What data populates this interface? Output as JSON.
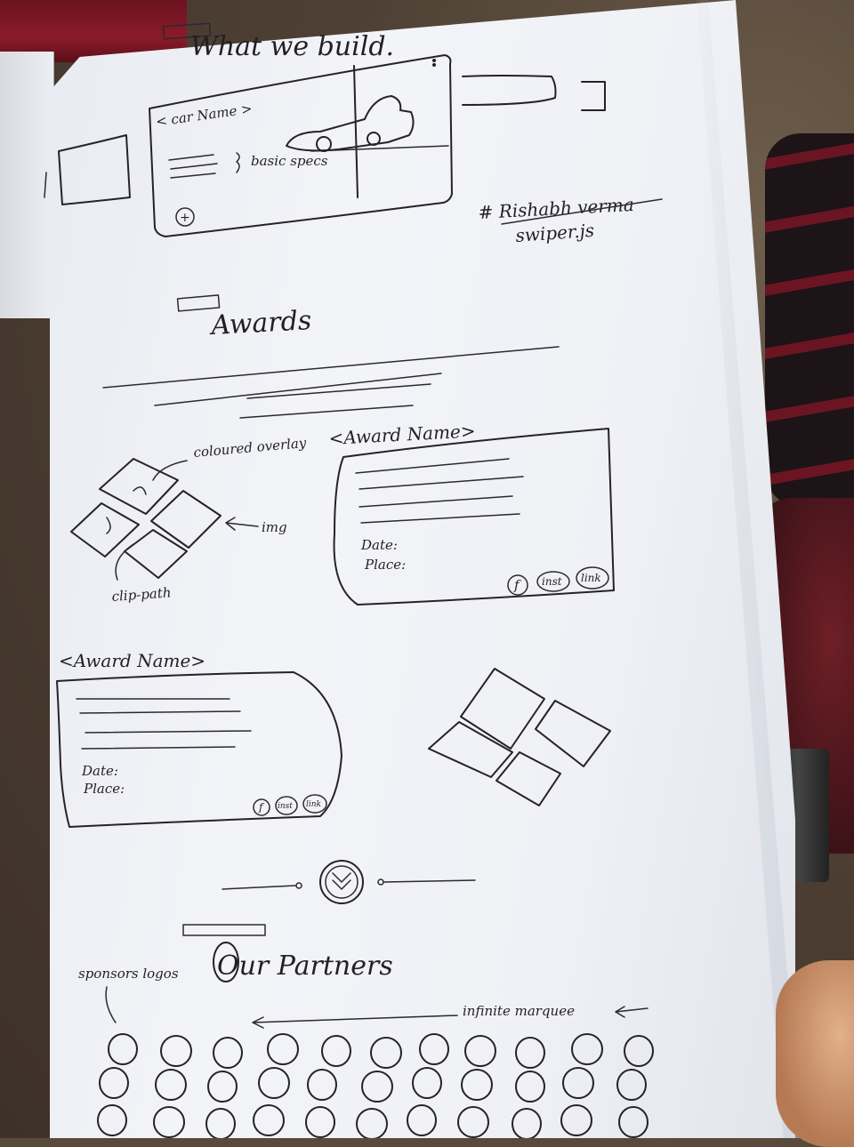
{
  "sketch": {
    "what_we_build": {
      "title": "What we build.",
      "card_label": "< car Name >",
      "specs_label": "basic specs",
      "credit": "# Rishabh verma",
      "library": "swiper.js"
    },
    "awards": {
      "title": "Awards",
      "collage_label_overlay": "coloured overlay",
      "collage_label_img": "img",
      "collage_label_clip": "clip-path",
      "card1": {
        "title": "<Award Name>",
        "date_label": "Date:",
        "place_label": "Place:",
        "social": [
          "f",
          "inst",
          "link"
        ]
      },
      "card2": {
        "title": "<Award Name>",
        "date_label": "Date:",
        "place_label": "Place:",
        "social": [
          "f",
          "inst",
          "link"
        ]
      }
    },
    "partners": {
      "title": "Our Partners",
      "logos_label": "sponsors logos",
      "marquee_label": "infinite marquee"
    }
  }
}
